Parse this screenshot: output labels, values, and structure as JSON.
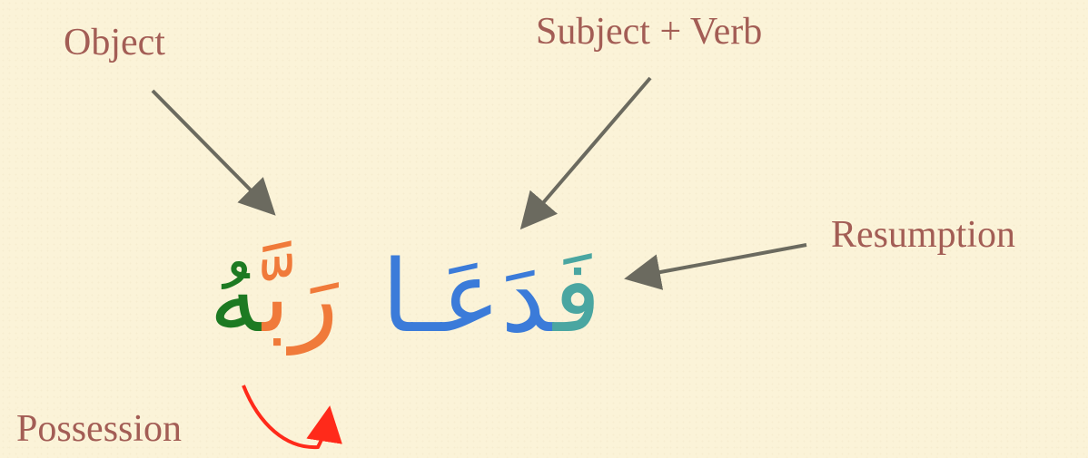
{
  "labels": {
    "object": "Object",
    "subject_verb": "Subject + Verb",
    "resumption": "Resumption",
    "possession": "Possession"
  },
  "arabic": {
    "fa": "فَ",
    "da": "دَعَـا",
    "ra": "رَ",
    "bba": "بَّ",
    "hu": "هُ"
  },
  "colors": {
    "label_text": "#a35d55",
    "arrow_gray": "#6b6a5f",
    "possession_arrow": "#ff2a1a",
    "resumption_teal": "#4aa6a1",
    "subject_verb_blue": "#3b7bd9",
    "possession_orange": "#f07a3a",
    "object_green": "#1d7a22",
    "background": "#fbf3d8"
  }
}
